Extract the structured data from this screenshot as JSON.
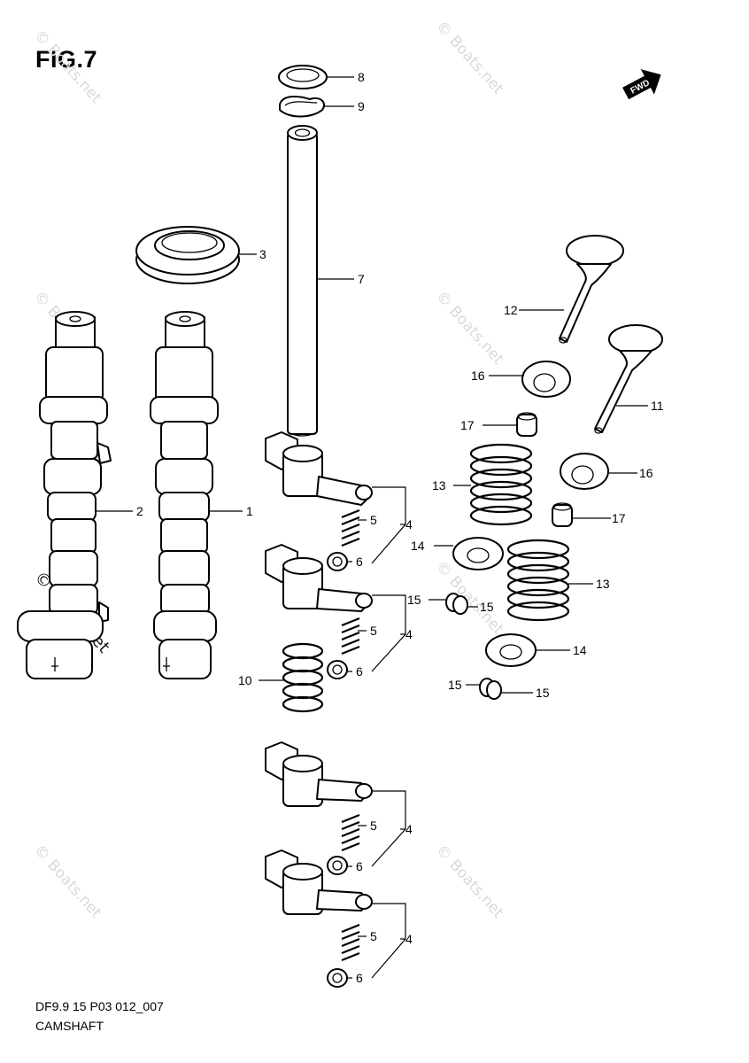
{
  "figure_title": "FIG.7",
  "footer": {
    "code": "DF9.9 15 P03 012_007",
    "title": "CAMSHAFT"
  },
  "fwd_label": "FWD",
  "watermark": "© Boats.net",
  "callouts": {
    "c1": "1",
    "c2": "2",
    "c3": "3",
    "c4a": "4",
    "c4b": "4",
    "c4c": "4",
    "c4d": "4",
    "c5a": "5",
    "c5b": "5",
    "c5c": "5",
    "c5d": "5",
    "c6a": "6",
    "c6b": "6",
    "c6c": "6",
    "c6d": "6",
    "c7": "7",
    "c8": "8",
    "c9": "9",
    "c10": "10",
    "c11": "11",
    "c12": "12",
    "c13a": "13",
    "c13b": "13",
    "c14a": "14",
    "c14b": "14",
    "c15a": "15",
    "c15b": "15",
    "c15c": "15",
    "c15d": "15",
    "c16a": "16",
    "c16b": "16",
    "c17a": "17",
    "c17b": "17"
  }
}
